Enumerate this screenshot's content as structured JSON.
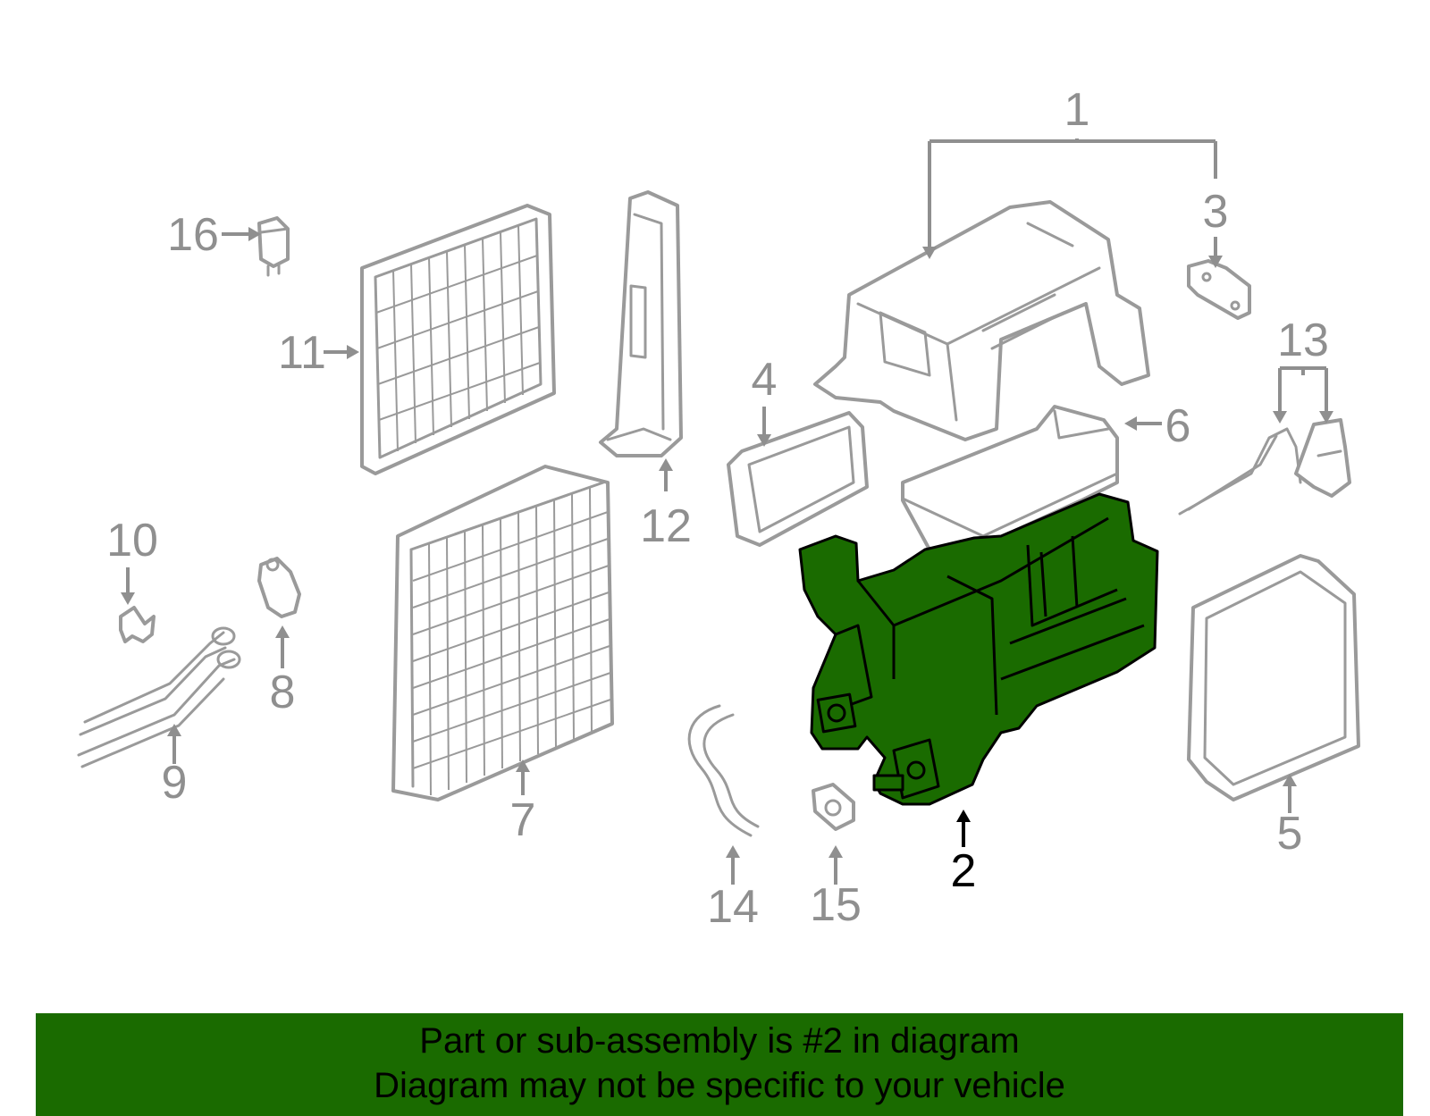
{
  "colors": {
    "highlight": "#1a6b00",
    "banner": "#1a6b00",
    "outline": "#9a9a9a",
    "callout": "#8f8f8f"
  },
  "callouts": {
    "c1": "1",
    "c2": "2",
    "c3": "3",
    "c4": "4",
    "c5": "5",
    "c6": "6",
    "c7": "7",
    "c8": "8",
    "c9": "9",
    "c10": "10",
    "c11": "11",
    "c12": "12",
    "c13": "13",
    "c14": "14",
    "c15": "15",
    "c16": "16"
  },
  "highlighted_part": "2",
  "banner": {
    "line1": "Part or sub-assembly is #2 in diagram",
    "line2": "Diagram may not be specific to your vehicle"
  }
}
